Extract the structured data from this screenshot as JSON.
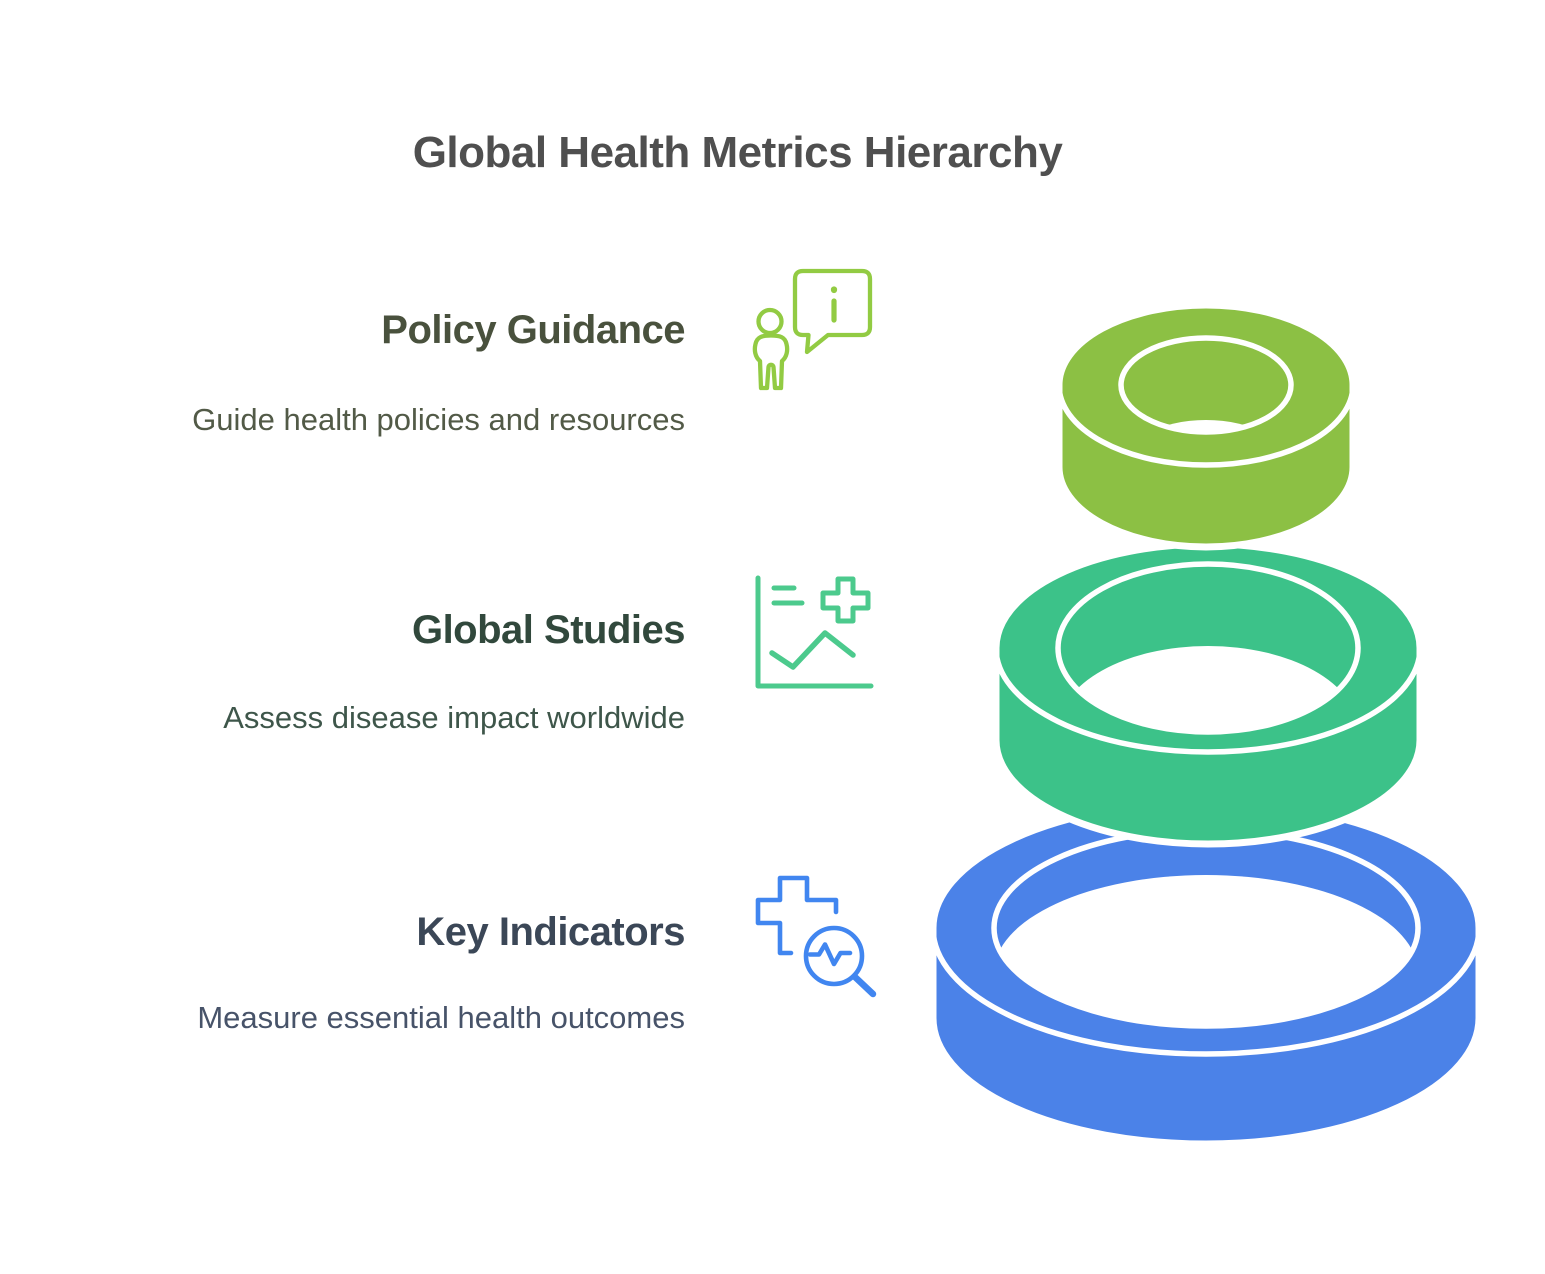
{
  "title": "Global Health Metrics Hierarchy",
  "sections": [
    {
      "heading": "Policy Guidance",
      "description": "Guide health policies and resources",
      "icon": "person-info-speech-bubble-icon",
      "icon_color": "#92CB43"
    },
    {
      "heading": "Global Studies",
      "description": "Assess disease impact worldwide",
      "icon": "line-chart-medical-plus-icon",
      "icon_color": "#4CCA8D"
    },
    {
      "heading": "Key Indicators",
      "description": "Measure essential health outcomes",
      "icon": "medical-cross-magnifier-icon",
      "icon_color": "#4186F0"
    }
  ],
  "pyramid": {
    "levels": [
      {
        "name": "top",
        "color": "#8CC044"
      },
      {
        "name": "middle",
        "color": "#3CC289"
      },
      {
        "name": "bottom",
        "color": "#4B82E8"
      }
    ]
  },
  "background": "#FFFFFF",
  "title_color": "#4F4F4F"
}
